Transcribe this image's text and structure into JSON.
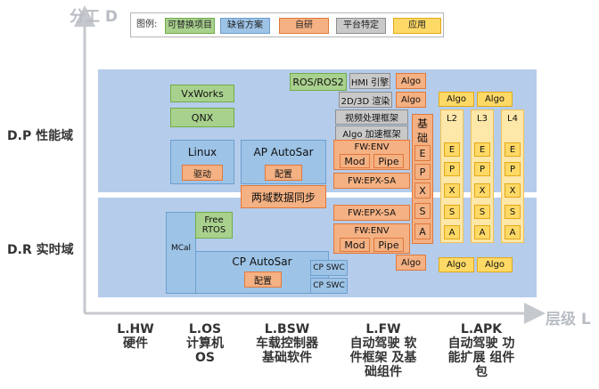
{
  "axes": {
    "y_label": "分工 D",
    "x_label": "层级 L"
  },
  "legend": {
    "title": "图例:",
    "items": [
      {
        "label": "可替换项目",
        "color": "#a9d18e"
      },
      {
        "label": "缺省方案",
        "color": "#9dc3e6"
      },
      {
        "label": "自研",
        "color": "#f4b183"
      },
      {
        "label": "平台特定",
        "color": "#c9c9c9"
      },
      {
        "label": "应用",
        "color": "#ffd966"
      }
    ]
  },
  "domains": {
    "dp": "D.P 性能域",
    "dr": "D.R 实时域"
  },
  "layers": [
    {
      "code": "L.HW",
      "name": "硬件"
    },
    {
      "code": "L.OS",
      "name": "计算机 OS"
    },
    {
      "code": "L.BSW",
      "name": "车载控制器 基础软件"
    },
    {
      "code": "L.FW",
      "name": "自动驾驶 软件框架 及基础组件"
    },
    {
      "code": "L.APK",
      "name": "自动驾驶 功能扩展 组件包"
    }
  ],
  "os": {
    "vxworks": "VxWorks",
    "qnx": "QNX",
    "linux": "Linux",
    "driver": "驱动",
    "freertos": "Free RTOS",
    "mcal": "MCal"
  },
  "bsw": {
    "ap": "AP AutoSar",
    "ap_cfg": "配置",
    "sync": "两域数据同步",
    "cp": "CP AutoSar",
    "cp_cfg": "配置",
    "cp_swc1": "CP SWC",
    "cp_swc2": "CP SWC"
  },
  "fw": {
    "ros": "ROS/ROS2",
    "hmi": "HMI 引擎",
    "render": "2D/3D 渲染",
    "video": "视频处理框架",
    "algo_accel": "Algo 加速框架",
    "algo": "Algo",
    "fw_env": "FW:ENV",
    "mod": "Mod",
    "pipe": "Pipe",
    "fw_epx": "FW:EPX-SA",
    "base": [
      "基",
      "础",
      "E",
      "P",
      "X",
      "S",
      "A"
    ]
  },
  "apk": {
    "algo": "Algo",
    "lanes": [
      {
        "title": "L2",
        "letters": [
          "E",
          "P",
          "X",
          "S",
          "A"
        ]
      },
      {
        "title": "L3",
        "letters": [
          "E",
          "P",
          "X",
          "S",
          "A"
        ]
      },
      {
        "title": "L4",
        "letters": [
          "E",
          "P",
          "X",
          "S",
          "A"
        ]
      }
    ]
  }
}
